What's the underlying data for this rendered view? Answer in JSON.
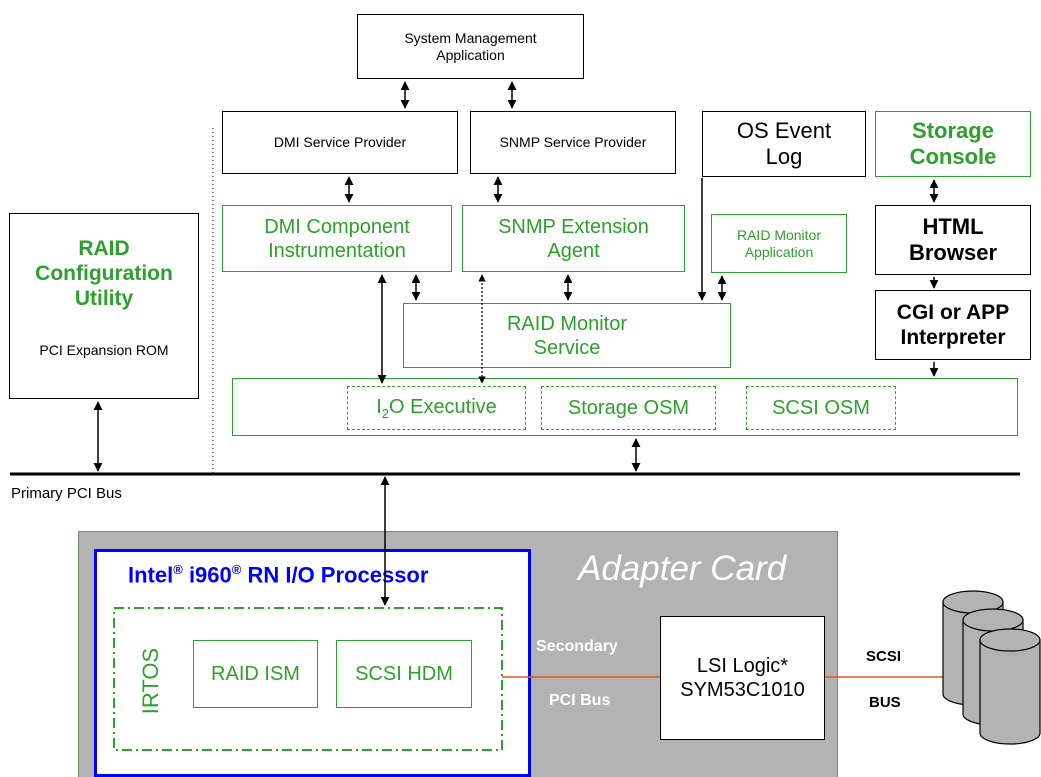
{
  "system_mgmt": {
    "line1": "System Management",
    "line2": "Application"
  },
  "dmi_provider": "DMI Service Provider",
  "snmp_provider": "SNMP Service Provider",
  "os_event_log": {
    "line1": "OS Event",
    "line2": "Log"
  },
  "storage_console": {
    "line1": "Storage",
    "line2": "Console"
  },
  "html_browser": {
    "line1": "HTML",
    "line2": "Browser"
  },
  "cgi_interpreter": {
    "line1": "CGI or APP",
    "line2": "Interpreter"
  },
  "raid_config": {
    "line1": "RAID",
    "line2": "Configuration",
    "line3": "Utility",
    "sub": "PCI Expansion ROM"
  },
  "dmi_component": {
    "line1": "DMI Component",
    "line2": "Instrumentation"
  },
  "snmp_agent": {
    "line1": "SNMP Extension",
    "line2": "Agent"
  },
  "raid_monitor_app": {
    "line1": "RAID Monitor",
    "line2": "Application"
  },
  "raid_monitor_service": {
    "line1": "RAID Monitor",
    "line2": "Service"
  },
  "i2o_executive": {
    "prefix": "I",
    "sub": "2",
    "suffix": "O Executive"
  },
  "storage_osm": "Storage OSM",
  "scsi_osm": "SCSI OSM",
  "primary_bus": "Primary PCI Bus",
  "adapter_card": "Adapter Card",
  "processor": {
    "p1": "Intel",
    "reg": "®",
    "p2": " i960",
    "p3": " RN I/O Processor"
  },
  "irtos": "IRTOS",
  "raid_ism": "RAID ISM",
  "scsi_hdm": "SCSI HDM",
  "secondary_bus": {
    "line1": "Secondary",
    "line2": "PCI Bus"
  },
  "lsi_chip": {
    "line1": "LSI Logic*",
    "line2": "SYM53C1010"
  },
  "scsi_bus": {
    "line1": "SCSI",
    "line2": "BUS"
  },
  "colors": {
    "green": "#2ea02e",
    "blue": "#0000ff",
    "adapter_gray": "#b3b3b3",
    "bus_orange": "#e05a1a"
  }
}
